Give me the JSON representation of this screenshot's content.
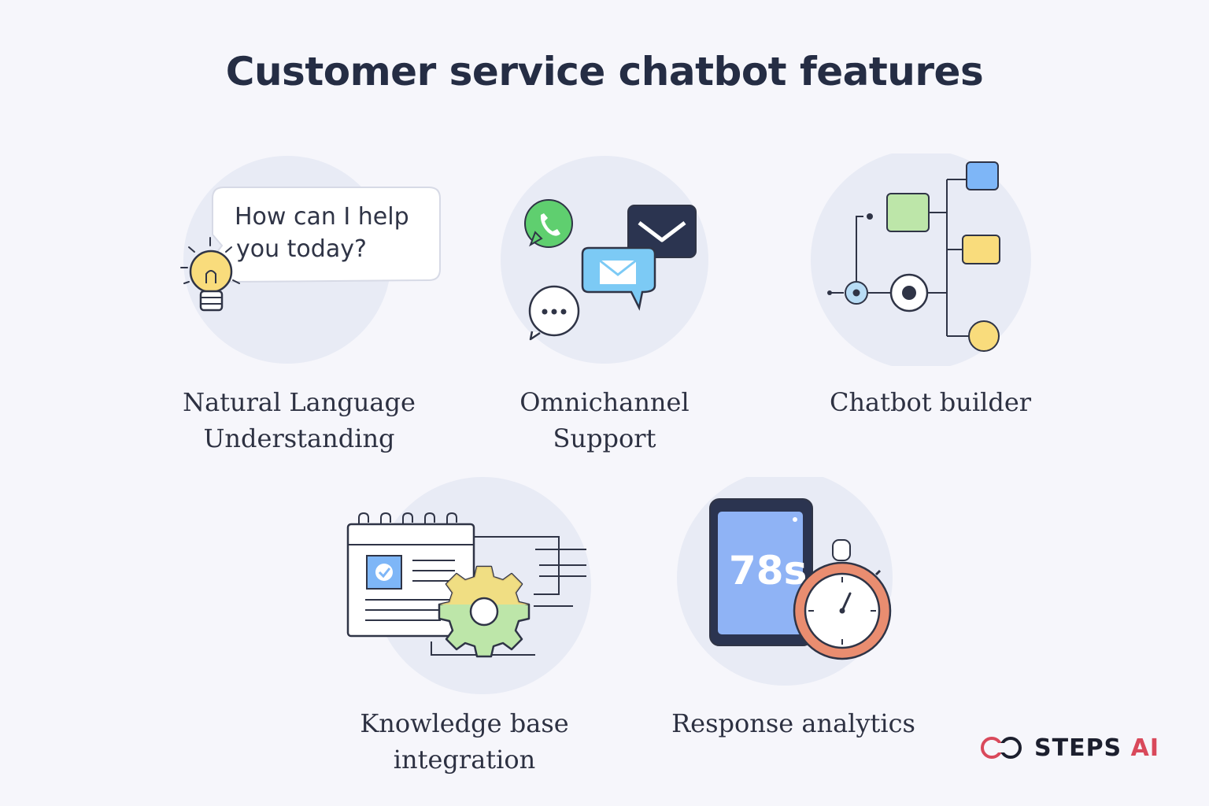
{
  "title": "Customer service chatbot features",
  "features": [
    {
      "label": "Natural Language\nUnderstanding",
      "bubble_line1": "How can I help",
      "bubble_line2": "you today?"
    },
    {
      "label": "Omnichannel\nSupport"
    },
    {
      "label": "Chatbot builder"
    },
    {
      "label": "Knowledge base\nintegration"
    },
    {
      "label": "Response analytics",
      "timer_value": "78s"
    }
  ],
  "brand": {
    "name": "STEPS",
    "accent": "AI"
  },
  "colors": {
    "dark": "#252d44",
    "blue": "#7eb6f7",
    "green": "#bde6a9",
    "yellow": "#f9dc7c",
    "red": "#e4575a",
    "orange": "#e98d70"
  }
}
